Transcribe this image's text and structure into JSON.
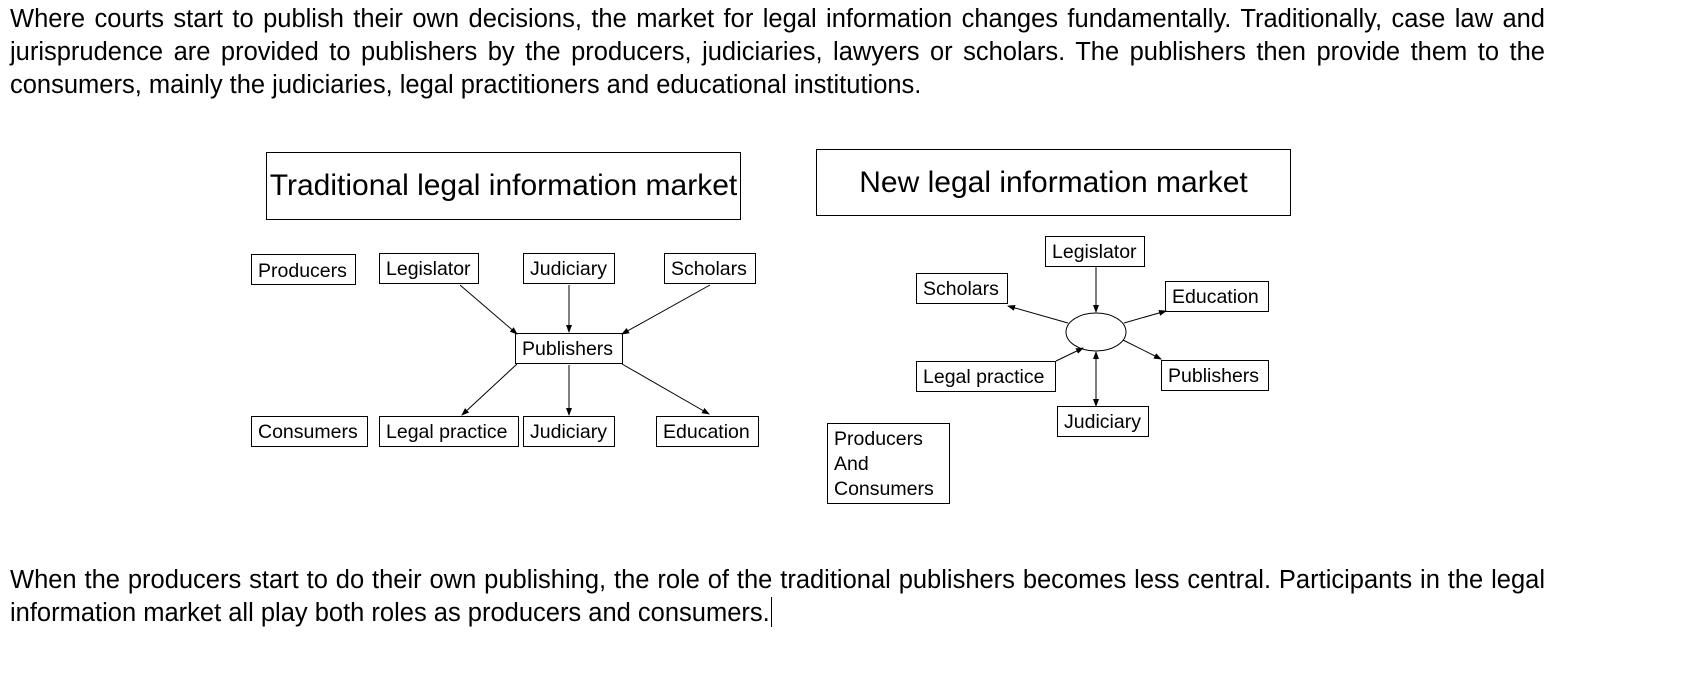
{
  "paragraphs": {
    "intro": "Where courts start to publish their own decisions, the market for legal information changes fundamentally. Traditionally, case law and jurisprudence are provided to publishers by the producers, judiciaries, lawyers or scholars. The publishers then provide them to the consumers, mainly the judiciaries, legal practitioners and educational institutions.",
    "conclusion": "When the producers start to do their own publishing, the role of the traditional publishers becomes less central. Participants in the legal information market all play both roles as producers and consumers."
  },
  "traditional_diagram": {
    "title": "Traditional legal information market",
    "producers_label": "Producers",
    "consumers_label": "Consumers",
    "sources": [
      "Legislator",
      "Judiciary",
      "Scholars"
    ],
    "hub": "Publishers",
    "targets": [
      "Legal practice",
      "Judiciary",
      "Education"
    ]
  },
  "new_diagram": {
    "title": "New legal information market",
    "participants": {
      "legislator": "Legislator",
      "scholars": "Scholars",
      "education": "Education",
      "legal_practice": "Legal practice",
      "publishers": "Publishers",
      "judiciary": "Judiciary"
    },
    "group_label": {
      "line1": "Producers",
      "line2": "And",
      "line3": "Consumers"
    }
  }
}
